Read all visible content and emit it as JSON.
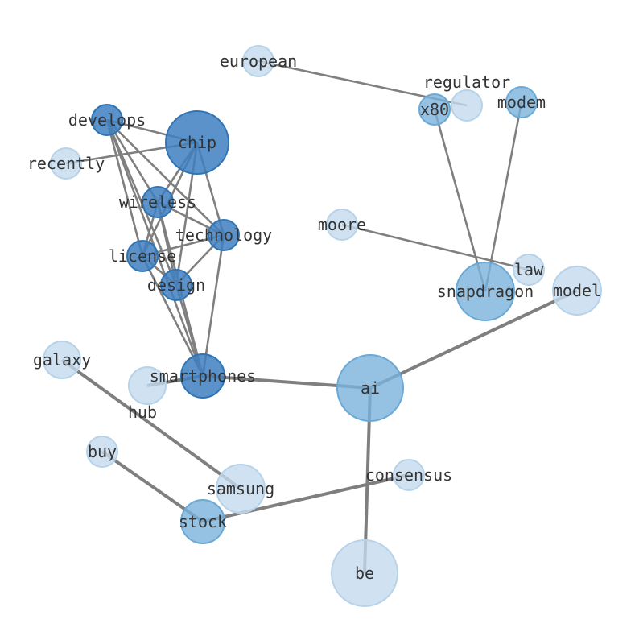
{
  "colors": {
    "dark": "#3d7fbf",
    "mid": "#7ab3db",
    "light": "#c4dbee",
    "edge": "#7f7f7f"
  },
  "nodes": [
    {
      "id": "develops",
      "label": "develops",
      "tone": "dark"
    },
    {
      "id": "chip",
      "label": "chip",
      "tone": "dark"
    },
    {
      "id": "recently",
      "label": "recently",
      "tone": "light"
    },
    {
      "id": "wireless",
      "label": "wireless",
      "tone": "dark"
    },
    {
      "id": "technology",
      "label": "technology",
      "tone": "dark"
    },
    {
      "id": "license",
      "label": "license",
      "tone": "dark"
    },
    {
      "id": "design",
      "label": "design",
      "tone": "dark"
    },
    {
      "id": "smartphones",
      "label": "smartphones",
      "tone": "dark"
    },
    {
      "id": "hub",
      "label": "hub",
      "tone": "light"
    },
    {
      "id": "galaxy",
      "label": "galaxy",
      "tone": "light"
    },
    {
      "id": "ai",
      "label": "ai",
      "tone": "mid"
    },
    {
      "id": "snapdragon",
      "label": "snapdragon",
      "tone": "mid"
    },
    {
      "id": "model",
      "label": "model",
      "tone": "light"
    },
    {
      "id": "law",
      "label": "law",
      "tone": "light"
    },
    {
      "id": "moore",
      "label": "moore",
      "tone": "light"
    },
    {
      "id": "european",
      "label": "european",
      "tone": "light"
    },
    {
      "id": "x80",
      "label": "x80",
      "tone": "mid"
    },
    {
      "id": "regulator",
      "label": "regulator",
      "tone": "light"
    },
    {
      "id": "modem",
      "label": "modem",
      "tone": "mid"
    },
    {
      "id": "buy",
      "label": "buy",
      "tone": "light"
    },
    {
      "id": "samsung",
      "label": "samsung",
      "tone": "light"
    },
    {
      "id": "stock",
      "label": "stock",
      "tone": "mid"
    },
    {
      "id": "consensus",
      "label": "consensus",
      "tone": "light"
    },
    {
      "id": "be",
      "label": "be",
      "tone": "light"
    }
  ],
  "edges": [
    [
      "develops",
      "chip",
      1
    ],
    [
      "develops",
      "technology",
      1
    ],
    [
      "develops",
      "license",
      1
    ],
    [
      "develops",
      "design",
      1
    ],
    [
      "develops",
      "smartphones",
      1
    ],
    [
      "develops",
      "wireless",
      1
    ],
    [
      "chip",
      "recently",
      1
    ],
    [
      "chip",
      "wireless",
      1
    ],
    [
      "chip",
      "license",
      1
    ],
    [
      "chip",
      "design",
      1
    ],
    [
      "chip",
      "technology",
      1
    ],
    [
      "wireless",
      "technology",
      1
    ],
    [
      "wireless",
      "license",
      1
    ],
    [
      "wireless",
      "design",
      1
    ],
    [
      "wireless",
      "smartphones",
      1
    ],
    [
      "technology",
      "license",
      1
    ],
    [
      "technology",
      "design",
      1
    ],
    [
      "technology",
      "smartphones",
      1
    ],
    [
      "license",
      "design",
      1
    ],
    [
      "license",
      "smartphones",
      1
    ],
    [
      "design",
      "smartphones",
      1
    ],
    [
      "smartphones",
      "ai",
      2
    ],
    [
      "smartphones",
      "hub",
      2
    ],
    [
      "european",
      "regulator",
      1
    ],
    [
      "x80",
      "snapdragon",
      1
    ],
    [
      "modem",
      "snapdragon",
      1
    ],
    [
      "moore",
      "law",
      1
    ],
    [
      "ai",
      "model",
      2
    ],
    [
      "ai",
      "be",
      2
    ],
    [
      "galaxy",
      "samsung",
      2
    ],
    [
      "buy",
      "stock",
      2
    ],
    [
      "stock",
      "consensus",
      2
    ]
  ]
}
